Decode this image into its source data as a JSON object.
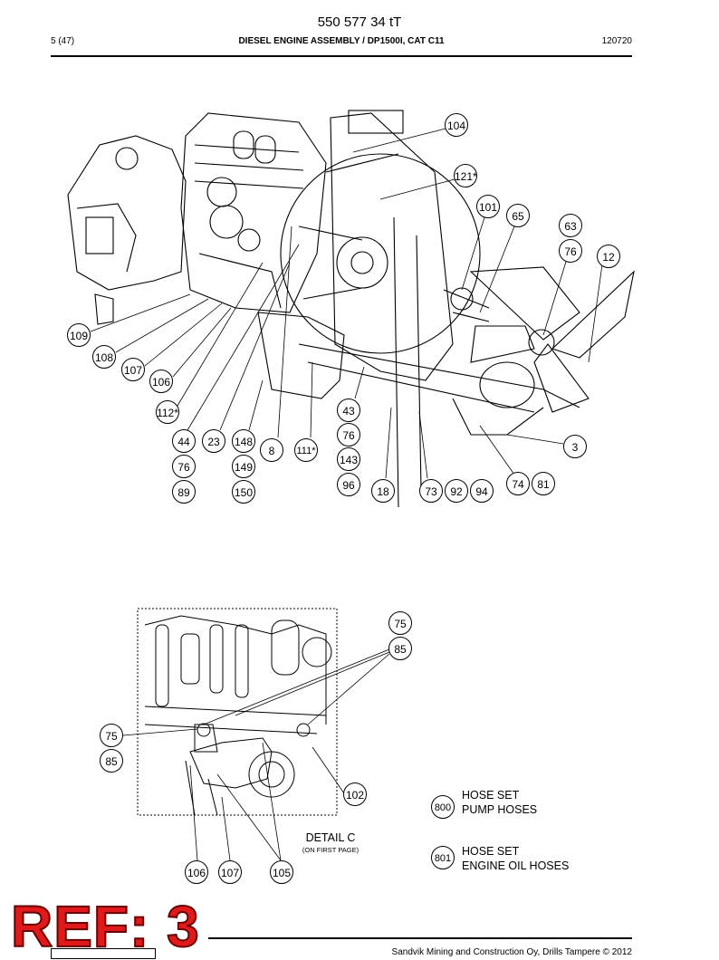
{
  "header": {
    "doc_number": "550 577 34 tT",
    "page": "5 (47)",
    "title": "DIESEL ENGINE ASSEMBLY / DP1500I, CAT C11",
    "date": "120720"
  },
  "callouts_main": [
    "104",
    "121*",
    "101",
    "65",
    "63",
    "76",
    "12",
    "109",
    "108",
    "107",
    "106",
    "112*",
    "44",
    "76",
    "89",
    "23",
    "148",
    "149",
    "150",
    "8",
    "111*",
    "43",
    "76",
    "143",
    "96",
    "18",
    "73",
    "92",
    "94",
    "74",
    "81",
    "3"
  ],
  "callouts_detail": [
    "75",
    "85",
    "75",
    "85",
    "102",
    "106",
    "107",
    "105"
  ],
  "detail": {
    "title": "DETAIL C",
    "subtitle": "(ON FIRST PAGE)"
  },
  "legend": [
    {
      "num": "800",
      "line1": "HOSE SET",
      "line2": "PUMP HOSES"
    },
    {
      "num": "801",
      "line1": "HOSE SET",
      "line2": "ENGINE OIL HOSES"
    }
  ],
  "ref_label": "REF: 3",
  "footer": {
    "copyright": "Sandvik Mining and Construction Oy, Drills Tampere © 2012"
  }
}
